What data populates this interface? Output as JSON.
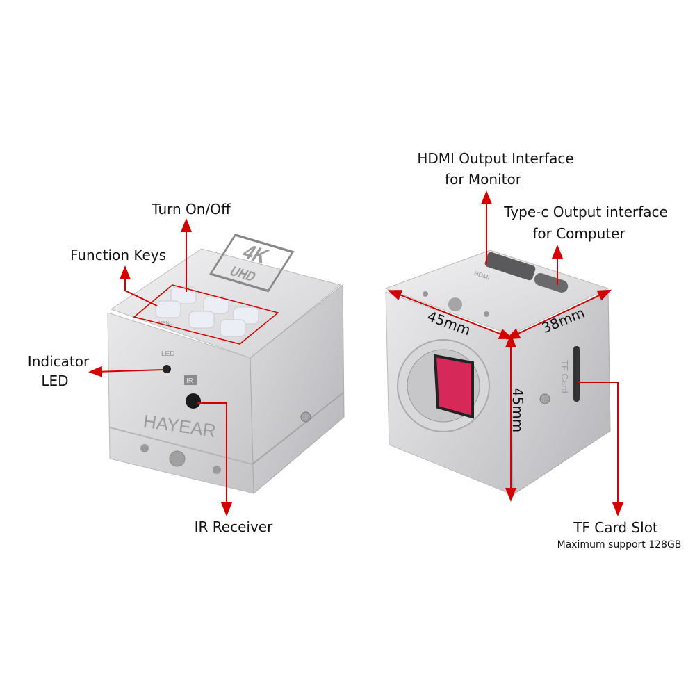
{
  "labels": {
    "turn_on_off": "Turn On/Off",
    "function_keys": "Function Keys",
    "indicator_led_line1": "Indicator",
    "indicator_led_line2": "LED",
    "ir_receiver": "IR Receiver",
    "hdmi_line1": "HDMI Output Interface",
    "hdmi_line2": "for Monitor",
    "typec_line1": "Type-c Output interface",
    "typec_line2": "for Computer",
    "tf_slot": "TF Card Slot",
    "tf_note": "Maximum support 128GB"
  },
  "dimensions": {
    "width": "45mm",
    "depth": "38mm",
    "height": "45mm"
  },
  "device_markings": {
    "badge_top": "4K",
    "badge_bottom": "UHD",
    "brand": "HAYEAR",
    "led": "LED",
    "ir": "IR",
    "key_menu": "MENU",
    "hdmi": "HDMI",
    "tf_card": "TF Card"
  },
  "colors": {
    "annotation": "#d40000",
    "body": "#d9d9db"
  }
}
